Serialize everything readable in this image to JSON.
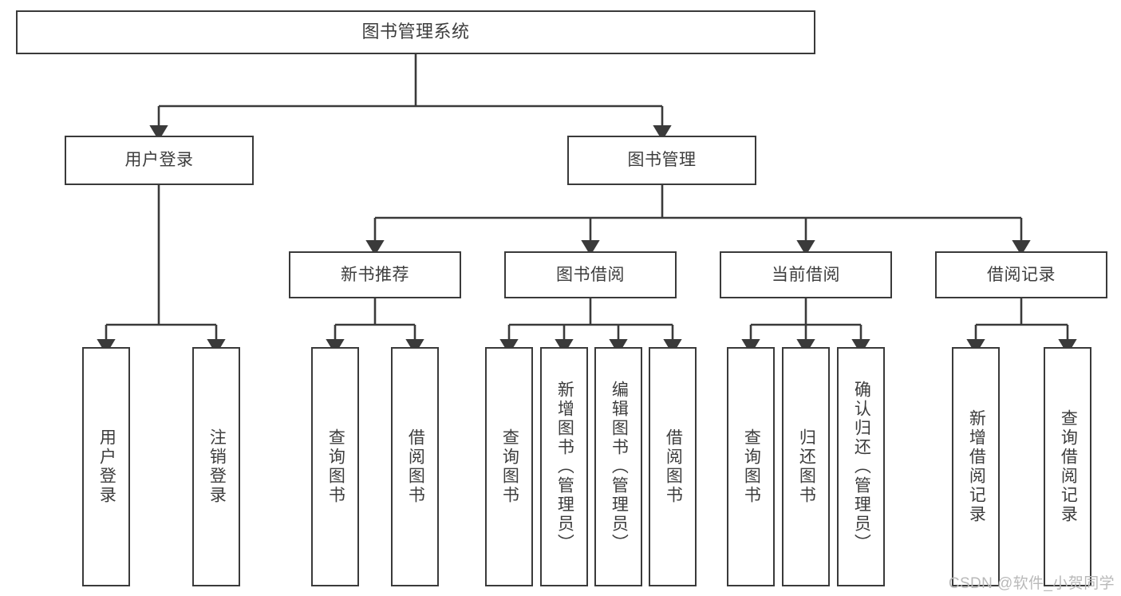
{
  "diagram": {
    "type": "tree",
    "title": "图书管理系统",
    "root": {
      "label": "图书管理系统"
    },
    "level2": [
      {
        "label": "用户登录"
      },
      {
        "label": "图书管理"
      }
    ],
    "level3": [
      {
        "label": "新书推荐"
      },
      {
        "label": "图书借阅"
      },
      {
        "label": "当前借阅"
      },
      {
        "label": "借阅记录"
      }
    ],
    "leaves": {
      "user_login": [
        {
          "label": "用户登录"
        },
        {
          "label": "注销登录"
        }
      ],
      "new_book_recommend": [
        {
          "label": "查询图书"
        },
        {
          "label": "借阅图书"
        }
      ],
      "book_borrow": [
        {
          "label": "查询图书"
        },
        {
          "label": "新增图书（管理员）"
        },
        {
          "label": "编辑图书（管理员）"
        },
        {
          "label": "借阅图书"
        }
      ],
      "current_borrow": [
        {
          "label": "查询图书"
        },
        {
          "label": "归还图书"
        },
        {
          "label": "确认归还（管理员）"
        }
      ],
      "borrow_record": [
        {
          "label": "新增借阅记录"
        },
        {
          "label": "查询借阅记录"
        }
      ]
    }
  },
  "watermark": {
    "text": "CSDN @软件_小贺同学"
  },
  "colors": {
    "stroke": "#3a3a3a",
    "text": "#3d3d3d",
    "background": "#ffffff",
    "watermark": "#b9b9b9"
  }
}
